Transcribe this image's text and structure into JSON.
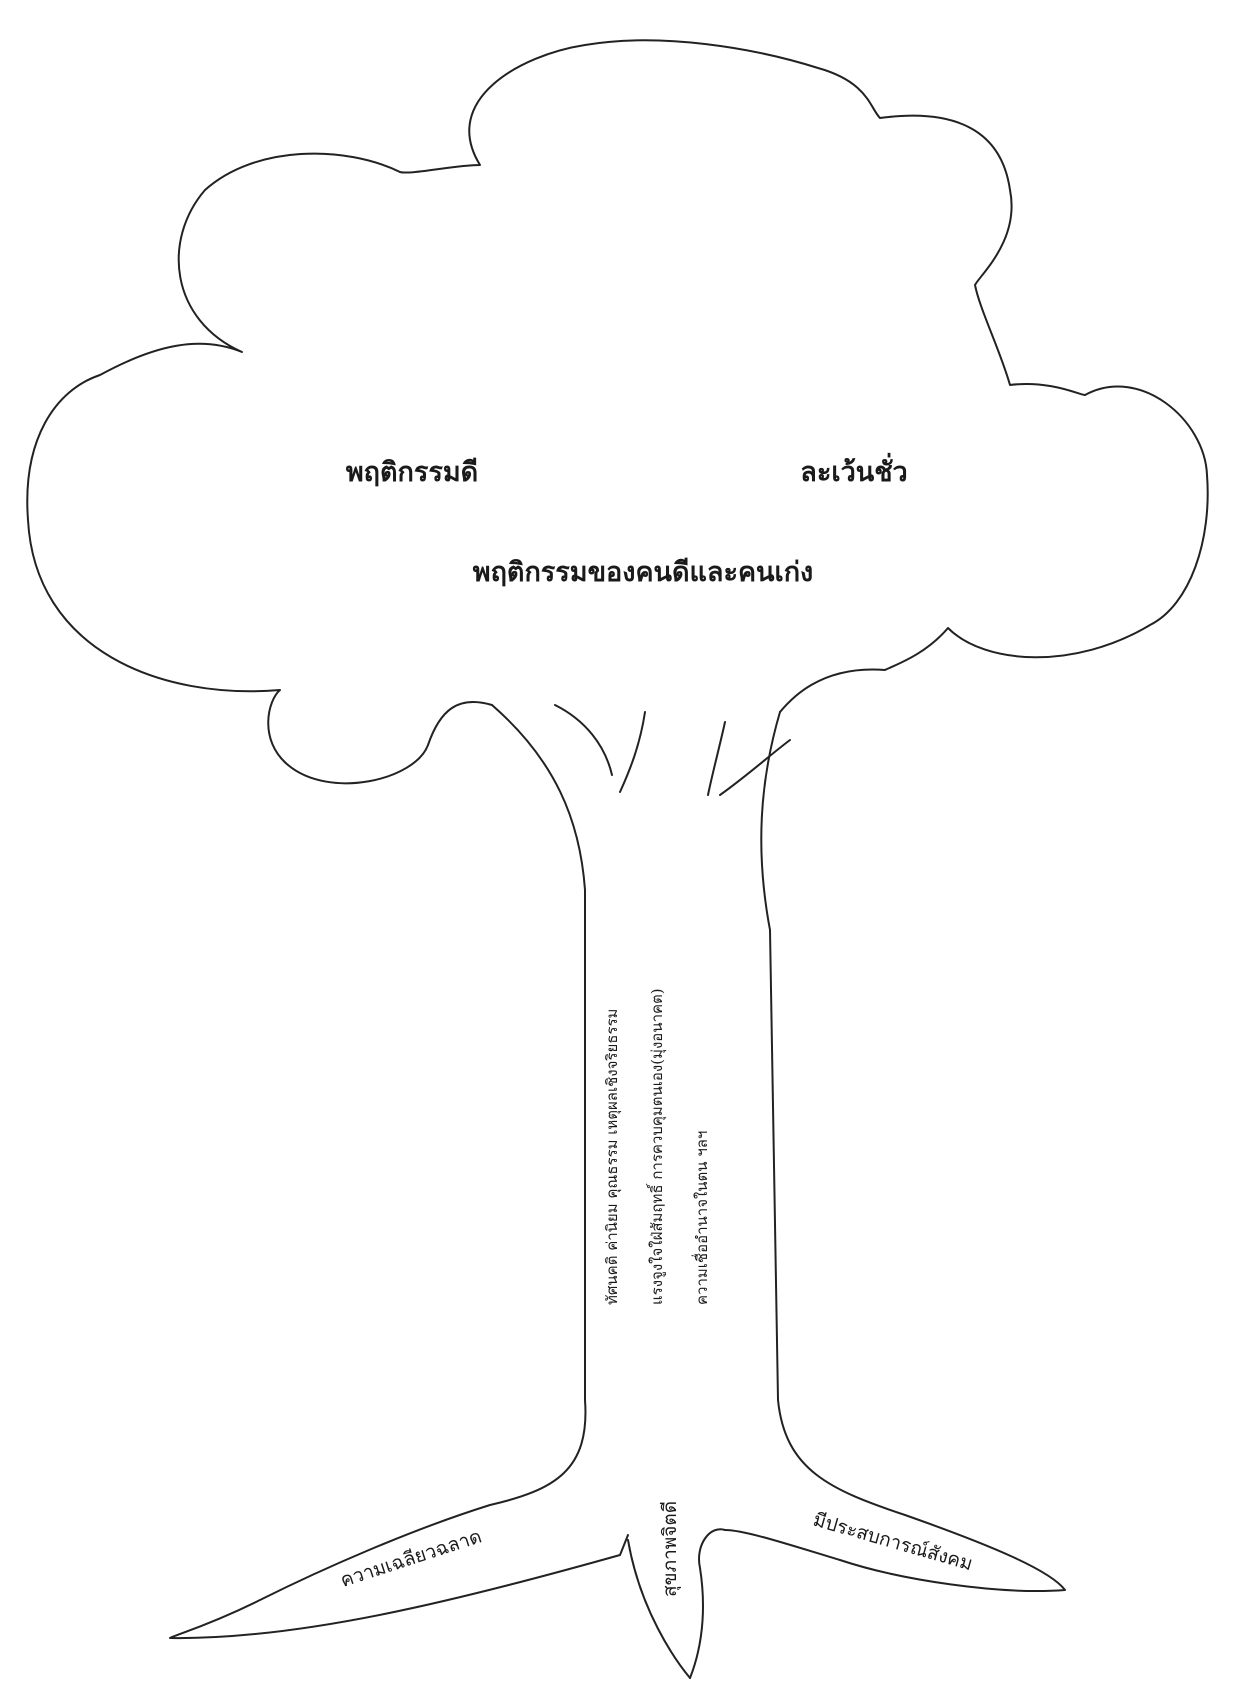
{
  "canopy": {
    "left_label": "พฤติกรรมดี",
    "right_label": "ละเว้นชั่ว",
    "center_label": "พฤติกรรมของคนดีและคนเก่ง"
  },
  "trunk": {
    "lines": [
      "ทัศนคติ ค่านิยม คุณธรรม เหตุผลเชิงจริยธรรม",
      "แรงจูงใจใฝ่สัมฤทธิ์ การควบคุมตนเอง(มุ่งอนาคต)",
      "ความเชื่ออำนาจในตน ฯลฯ"
    ]
  },
  "roots": {
    "left_label": "ความเฉลียวฉลาด",
    "center_label": "สุขภาพจิตดี",
    "right_label": "มีประสบการณ์สังคม"
  }
}
